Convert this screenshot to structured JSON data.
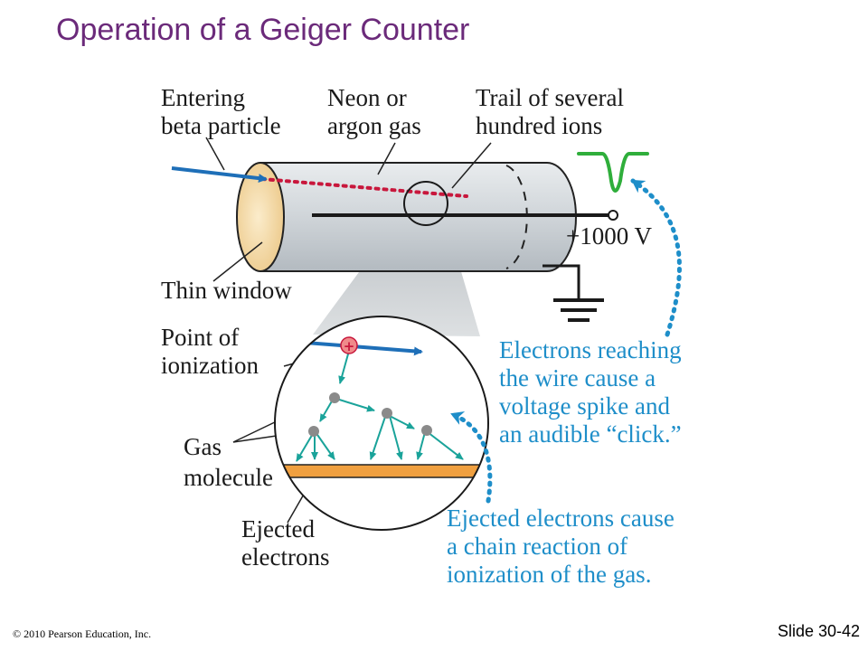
{
  "slide": {
    "title": "Operation of a Geiger Counter",
    "copyright": "© 2010 Pearson Education, Inc.",
    "number": "Slide 30-42"
  },
  "labels": {
    "entering": [
      "Entering",
      "beta particle"
    ],
    "gas": [
      "Neon or",
      "argon gas"
    ],
    "trail": [
      "Trail of several",
      "hundred ions"
    ],
    "voltage": "+1000 V",
    "window": "Thin window",
    "point": [
      "Point of",
      "ionization"
    ],
    "molecule": [
      "Gas",
      "molecule"
    ],
    "ejected": [
      "Ejected",
      "electrons"
    ],
    "electrons_note": [
      "Electrons reaching",
      "the wire cause a",
      "voltage spike and",
      "an audible “click.”"
    ],
    "chain_note": [
      "Ejected electrons cause",
      "a chain reaction of",
      "ionization of the gas."
    ]
  },
  "colors": {
    "title": "#6b2a7a",
    "note_text": "#1e8ec9",
    "beta_arrow": "#1e6fb8",
    "ion_trail": "#c8173c",
    "electron_arrow": "#1aa39a",
    "pulse": "#2fae3b",
    "plate": "#f0a040"
  },
  "icons": {
    "ion_marker": "+"
  }
}
